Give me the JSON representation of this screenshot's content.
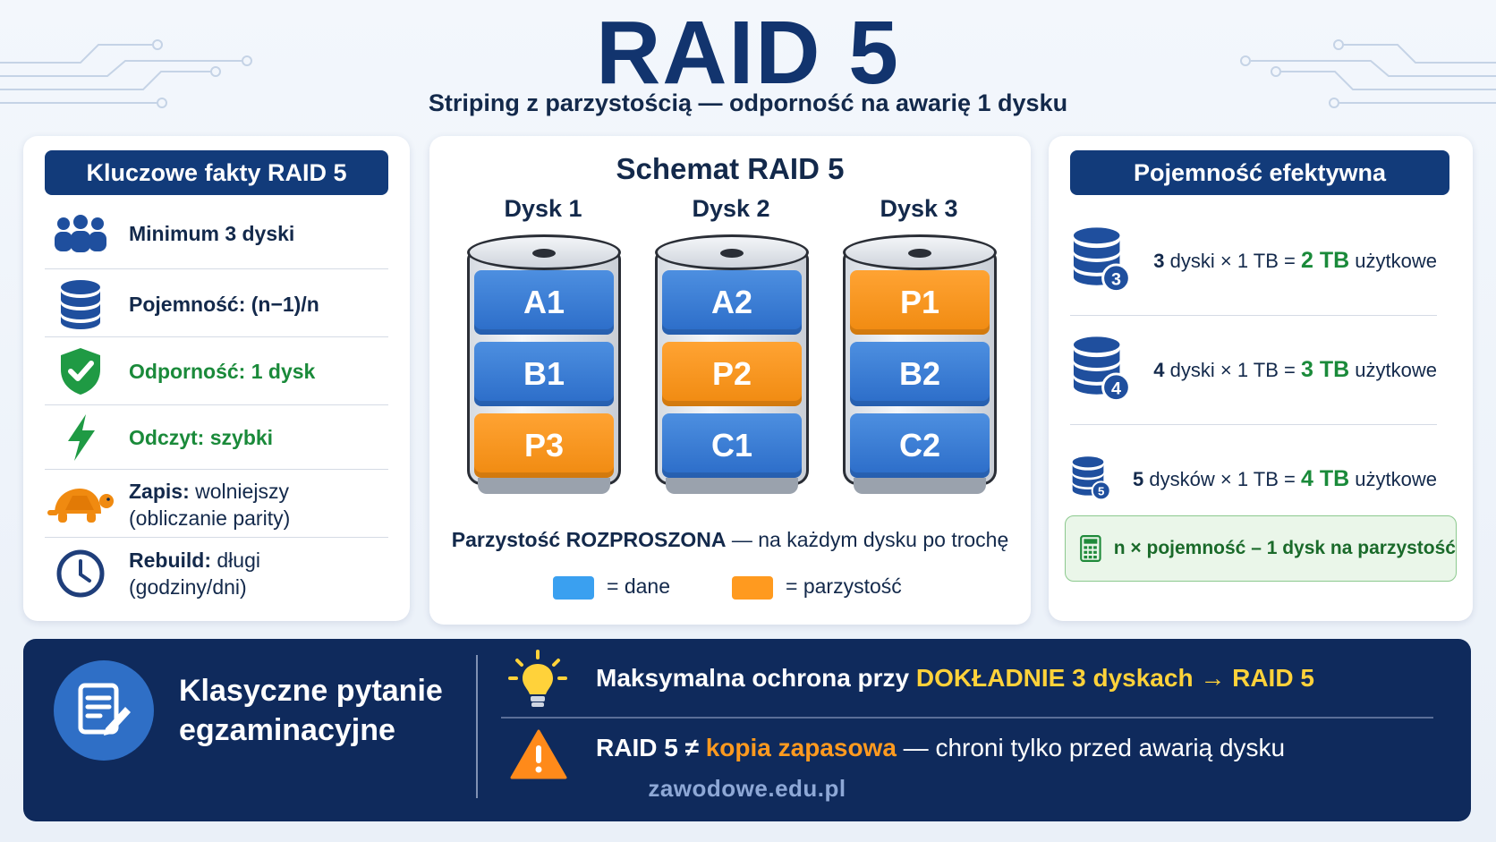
{
  "header": {
    "title": "RAID 5",
    "subtitle": "Striping z parzystością — odporność na awarię 1 dysku"
  },
  "facts": {
    "heading": "Kluczowe fakty RAID 5",
    "items": [
      {
        "icon": "users-icon",
        "label": "Minimum 3 dyski",
        "detail": ""
      },
      {
        "icon": "database-icon",
        "label": "Pojemność: (n−1)/n",
        "detail": ""
      },
      {
        "icon": "shield-check-icon",
        "label": "Odporność: 1 dysk",
        "detail": ""
      },
      {
        "icon": "lightning-icon",
        "label": "Odczyt: szybki",
        "detail": ""
      },
      {
        "icon": "turtle-icon",
        "label": "Zapis:",
        "value": " wolniejszy",
        "detail": "(obliczanie parity)"
      },
      {
        "icon": "clock-icon",
        "label": "Rebuild:",
        "value": " długi",
        "detail": "(godziny/dni)"
      }
    ]
  },
  "schema": {
    "heading": "Schemat RAID 5",
    "disks": [
      {
        "label": "Dysk 1",
        "blocks": [
          {
            "text": "A1",
            "type": "data"
          },
          {
            "text": "B1",
            "type": "data"
          },
          {
            "text": "P3",
            "type": "parity"
          }
        ]
      },
      {
        "label": "Dysk 2",
        "blocks": [
          {
            "text": "A2",
            "type": "data"
          },
          {
            "text": "P2",
            "type": "parity"
          },
          {
            "text": "C1",
            "type": "data"
          }
        ]
      },
      {
        "label": "Dysk 3",
        "blocks": [
          {
            "text": "P1",
            "type": "parity"
          },
          {
            "text": "B2",
            "type": "data"
          },
          {
            "text": "C2",
            "type": "data"
          }
        ]
      }
    ],
    "note_bold": "Parzystość ROZPROSZONA",
    "note_rest": " — na każdym dysku po trochę",
    "legend": {
      "data_label": "=  dane",
      "parity_label": "=  parzystość",
      "data_color": "#3aa0f0",
      "parity_color": "#ff9a1f"
    }
  },
  "capacity": {
    "heading": "Pojemność efektywna",
    "rows": [
      {
        "badge": "3",
        "count": "3",
        "unit": " dyski × 1 TB  =  ",
        "result": "2 TB",
        "suffix": " użytkowe"
      },
      {
        "badge": "4",
        "count": "4",
        "unit": " dyski × 1 TB  =  ",
        "result": "3 TB",
        "suffix": " użytkowe"
      },
      {
        "badge": "5",
        "count": "5",
        "unit": " dysków × 1 TB  =  ",
        "result": "4 TB",
        "suffix": " użytkowe"
      }
    ],
    "formula": "n × pojemność – 1 dysk na parzystość"
  },
  "exam": {
    "title_line1": "Klasyczne pytanie",
    "title_line2": "egzaminacyjne",
    "tip1_pre": "Maksymalna ochrona przy ",
    "tip1_hl": "DOKŁADNIE 3 dyskach → RAID 5",
    "tip2_pre": "RAID 5 ≠ ",
    "tip2_hl": "kopia zapasowa",
    "tip2_rest": " — chroni tylko przed awarią dysku",
    "url": "zawodowe.edu.pl"
  },
  "colors": {
    "navy": "#12346e",
    "green": "#1a8a3a",
    "data": "#2b6cc8",
    "parity": "#f08a10",
    "accent_yellow": "#ffd23a"
  }
}
